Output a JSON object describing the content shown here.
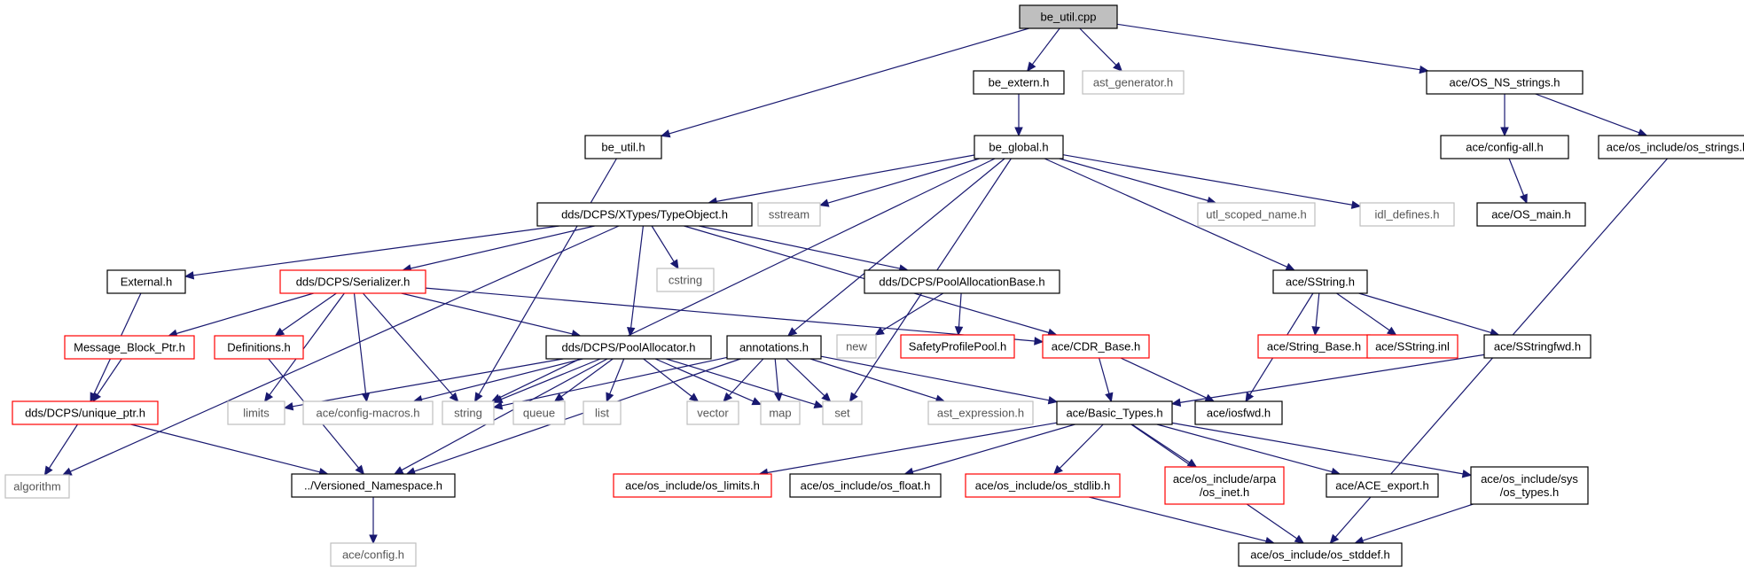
{
  "colors": {
    "edge": "#191970",
    "root_fill": "#bfbfbf",
    "root_border": "#000000",
    "documented_border": "#000000",
    "incomplete_border": "#ff0000",
    "external_border": "#bfbfbf",
    "external_text": "#555555",
    "text": "#000000"
  },
  "nodes": [
    {
      "id": "be_util_cpp",
      "label": "be_util.cpp",
      "kind": "root"
    },
    {
      "id": "be_extern_h",
      "label": "be_extern.h",
      "kind": "documented"
    },
    {
      "id": "ast_generator_h",
      "label": "ast_generator.h",
      "kind": "external"
    },
    {
      "id": "ace_os_ns_strings_h",
      "label": "ace/OS_NS_strings.h",
      "kind": "documented"
    },
    {
      "id": "be_util_h",
      "label": "be_util.h",
      "kind": "documented"
    },
    {
      "id": "be_global_h",
      "label": "be_global.h",
      "kind": "documented"
    },
    {
      "id": "ace_config_all_h",
      "label": "ace/config-all.h",
      "kind": "documented"
    },
    {
      "id": "ace_os_include_os_strings_h",
      "label": "ace/os_include/os_strings.h",
      "kind": "documented"
    },
    {
      "id": "ace_os_main_h",
      "label": "ace/OS_main.h",
      "kind": "documented"
    },
    {
      "id": "typeobject_h",
      "label": "dds/DCPS/XTypes/TypeObject.h",
      "kind": "documented"
    },
    {
      "id": "sstream",
      "label": "sstream",
      "kind": "external"
    },
    {
      "id": "utl_scoped_name_h",
      "label": "utl_scoped_name.h",
      "kind": "external"
    },
    {
      "id": "idl_defines_h",
      "label": "idl_defines.h",
      "kind": "external"
    },
    {
      "id": "cstring",
      "label": "cstring",
      "kind": "external"
    },
    {
      "id": "external_h",
      "label": "External.h",
      "kind": "documented"
    },
    {
      "id": "serializer_h",
      "label": "dds/DCPS/Serializer.h",
      "kind": "incomplete"
    },
    {
      "id": "poolallocationbase_h",
      "label": "dds/DCPS/PoolAllocationBase.h",
      "kind": "documented"
    },
    {
      "id": "ace_sstring_h",
      "label": "ace/SString.h",
      "kind": "documented"
    },
    {
      "id": "message_block_ptr_h",
      "label": "Message_Block_Ptr.h",
      "kind": "incomplete"
    },
    {
      "id": "definitions_h",
      "label": "Definitions.h",
      "kind": "incomplete"
    },
    {
      "id": "poolallocator_h",
      "label": "dds/DCPS/PoolAllocator.h",
      "kind": "documented"
    },
    {
      "id": "annotations_h",
      "label": "annotations.h",
      "kind": "documented"
    },
    {
      "id": "new",
      "label": "new",
      "kind": "external"
    },
    {
      "id": "safetyprofilepool_h",
      "label": "SafetyProfilePool.h",
      "kind": "incomplete"
    },
    {
      "id": "ace_cdr_base_h",
      "label": "ace/CDR_Base.h",
      "kind": "incomplete"
    },
    {
      "id": "ace_string_base_h",
      "label": "ace/String_Base.h",
      "kind": "incomplete"
    },
    {
      "id": "ace_sstring_inl",
      "label": "ace/SString.inl",
      "kind": "incomplete"
    },
    {
      "id": "ace_sstringfwd_h",
      "label": "ace/SStringfwd.h",
      "kind": "documented"
    },
    {
      "id": "unique_ptr_h",
      "label": "dds/DCPS/unique_ptr.h",
      "kind": "incomplete"
    },
    {
      "id": "limits",
      "label": "limits",
      "kind": "external"
    },
    {
      "id": "ace_config_macros_h",
      "label": "ace/config-macros.h",
      "kind": "external"
    },
    {
      "id": "string",
      "label": "string",
      "kind": "external"
    },
    {
      "id": "queue",
      "label": "queue",
      "kind": "external"
    },
    {
      "id": "list",
      "label": "list",
      "kind": "external"
    },
    {
      "id": "vector",
      "label": "vector",
      "kind": "external"
    },
    {
      "id": "map",
      "label": "map",
      "kind": "external"
    },
    {
      "id": "set",
      "label": "set",
      "kind": "external"
    },
    {
      "id": "ast_expression_h",
      "label": "ast_expression.h",
      "kind": "external"
    },
    {
      "id": "ace_basic_types_h",
      "label": "ace/Basic_Types.h",
      "kind": "documented"
    },
    {
      "id": "ace_iosfwd_h",
      "label": "ace/iosfwd.h",
      "kind": "documented"
    },
    {
      "id": "algorithm",
      "label": "algorithm",
      "kind": "external"
    },
    {
      "id": "versioned_namespace_h",
      "label": "../Versioned_Namespace.h",
      "kind": "documented"
    },
    {
      "id": "ace_os_limits_h",
      "label": "ace/os_include/os_limits.h",
      "kind": "incomplete"
    },
    {
      "id": "ace_os_float_h",
      "label": "ace/os_include/os_float.h",
      "kind": "documented"
    },
    {
      "id": "ace_os_stdlib_h",
      "label": "ace/os_include/os_stdlib.h",
      "kind": "incomplete"
    },
    {
      "id": "ace_os_inet_h",
      "label": [
        "ace/os_include/arpa",
        "/os_inet.h"
      ],
      "kind": "incomplete"
    },
    {
      "id": "ace_ace_export_h",
      "label": "ace/ACE_export.h",
      "kind": "documented"
    },
    {
      "id": "ace_os_types_h",
      "label": [
        "ace/os_include/sys",
        "/os_types.h"
      ],
      "kind": "documented"
    },
    {
      "id": "ace_config_h",
      "label": "ace/config.h",
      "kind": "external"
    },
    {
      "id": "ace_os_stddef_h",
      "label": "ace/os_include/os_stddef.h",
      "kind": "documented"
    }
  ],
  "edges": [
    [
      "be_util_cpp",
      "be_extern_h"
    ],
    [
      "be_util_cpp",
      "ast_generator_h"
    ],
    [
      "be_util_cpp",
      "ace_os_ns_strings_h"
    ],
    [
      "be_util_cpp",
      "be_util_h"
    ],
    [
      "be_extern_h",
      "be_global_h"
    ],
    [
      "ace_os_ns_strings_h",
      "ace_config_all_h"
    ],
    [
      "ace_os_ns_strings_h",
      "ace_os_include_os_strings_h"
    ],
    [
      "ace_config_all_h",
      "ace_os_main_h"
    ],
    [
      "ace_os_include_os_strings_h",
      "ace_os_stddef_h"
    ],
    [
      "be_util_h",
      "string"
    ],
    [
      "be_global_h",
      "typeobject_h"
    ],
    [
      "be_global_h",
      "sstream"
    ],
    [
      "be_global_h",
      "utl_scoped_name_h"
    ],
    [
      "be_global_h",
      "idl_defines_h"
    ],
    [
      "be_global_h",
      "string"
    ],
    [
      "be_global_h",
      "annotations_h"
    ],
    [
      "be_global_h",
      "ace_sstring_h"
    ],
    [
      "be_global_h",
      "set"
    ],
    [
      "typeobject_h",
      "algorithm"
    ],
    [
      "typeobject_h",
      "external_h"
    ],
    [
      "typeobject_h",
      "serializer_h"
    ],
    [
      "typeobject_h",
      "cstring"
    ],
    [
      "typeobject_h",
      "poolallocator_h"
    ],
    [
      "typeobject_h",
      "poolallocationbase_h"
    ],
    [
      "typeobject_h",
      "ace_cdr_base_h"
    ],
    [
      "external_h",
      "unique_ptr_h"
    ],
    [
      "serializer_h",
      "message_block_ptr_h"
    ],
    [
      "serializer_h",
      "definitions_h"
    ],
    [
      "serializer_h",
      "limits"
    ],
    [
      "serializer_h",
      "ace_config_macros_h"
    ],
    [
      "serializer_h",
      "string"
    ],
    [
      "serializer_h",
      "poolallocator_h"
    ],
    [
      "serializer_h",
      "ace_cdr_base_h"
    ],
    [
      "poolallocationbase_h",
      "new"
    ],
    [
      "poolallocationbase_h",
      "safetyprofilepool_h"
    ],
    [
      "ace_sstring_h",
      "ace_iosfwd_h"
    ],
    [
      "ace_sstring_h",
      "ace_string_base_h"
    ],
    [
      "ace_sstring_h",
      "ace_sstring_inl"
    ],
    [
      "ace_sstring_h",
      "ace_sstringfwd_h"
    ],
    [
      "message_block_ptr_h",
      "unique_ptr_h"
    ],
    [
      "definitions_h",
      "versioned_namespace_h"
    ],
    [
      "poolallocator_h",
      "limits"
    ],
    [
      "poolallocator_h",
      "ace_config_macros_h"
    ],
    [
      "poolallocator_h",
      "string"
    ],
    [
      "poolallocator_h",
      "queue"
    ],
    [
      "poolallocator_h",
      "list"
    ],
    [
      "poolallocator_h",
      "vector"
    ],
    [
      "poolallocator_h",
      "map"
    ],
    [
      "poolallocator_h",
      "set"
    ],
    [
      "poolallocator_h",
      "versioned_namespace_h"
    ],
    [
      "annotations_h",
      "string"
    ],
    [
      "annotations_h",
      "vector"
    ],
    [
      "annotations_h",
      "map"
    ],
    [
      "annotations_h",
      "set"
    ],
    [
      "annotations_h",
      "ast_expression_h"
    ],
    [
      "annotations_h",
      "ace_basic_types_h"
    ],
    [
      "annotations_h",
      "versioned_namespace_h"
    ],
    [
      "ace_cdr_base_h",
      "ace_basic_types_h"
    ],
    [
      "ace_cdr_base_h",
      "ace_iosfwd_h"
    ],
    [
      "ace_sstringfwd_h",
      "ace_basic_types_h"
    ],
    [
      "unique_ptr_h",
      "algorithm"
    ],
    [
      "unique_ptr_h",
      "versioned_namespace_h"
    ],
    [
      "ace_basic_types_h",
      "ace_os_limits_h"
    ],
    [
      "ace_basic_types_h",
      "ace_os_float_h"
    ],
    [
      "ace_basic_types_h",
      "ace_os_stdlib_h"
    ],
    [
      "ace_basic_types_h",
      "ace_os_inet_h"
    ],
    [
      "ace_basic_types_h",
      "ace_ace_export_h"
    ],
    [
      "ace_basic_types_h",
      "ace_os_types_h"
    ],
    [
      "ace_basic_types_h",
      "ace_os_stddef_h"
    ],
    [
      "versioned_namespace_h",
      "ace_config_h"
    ],
    [
      "ace_os_stdlib_h",
      "ace_os_stddef_h"
    ],
    [
      "ace_os_types_h",
      "ace_os_stddef_h"
    ]
  ]
}
